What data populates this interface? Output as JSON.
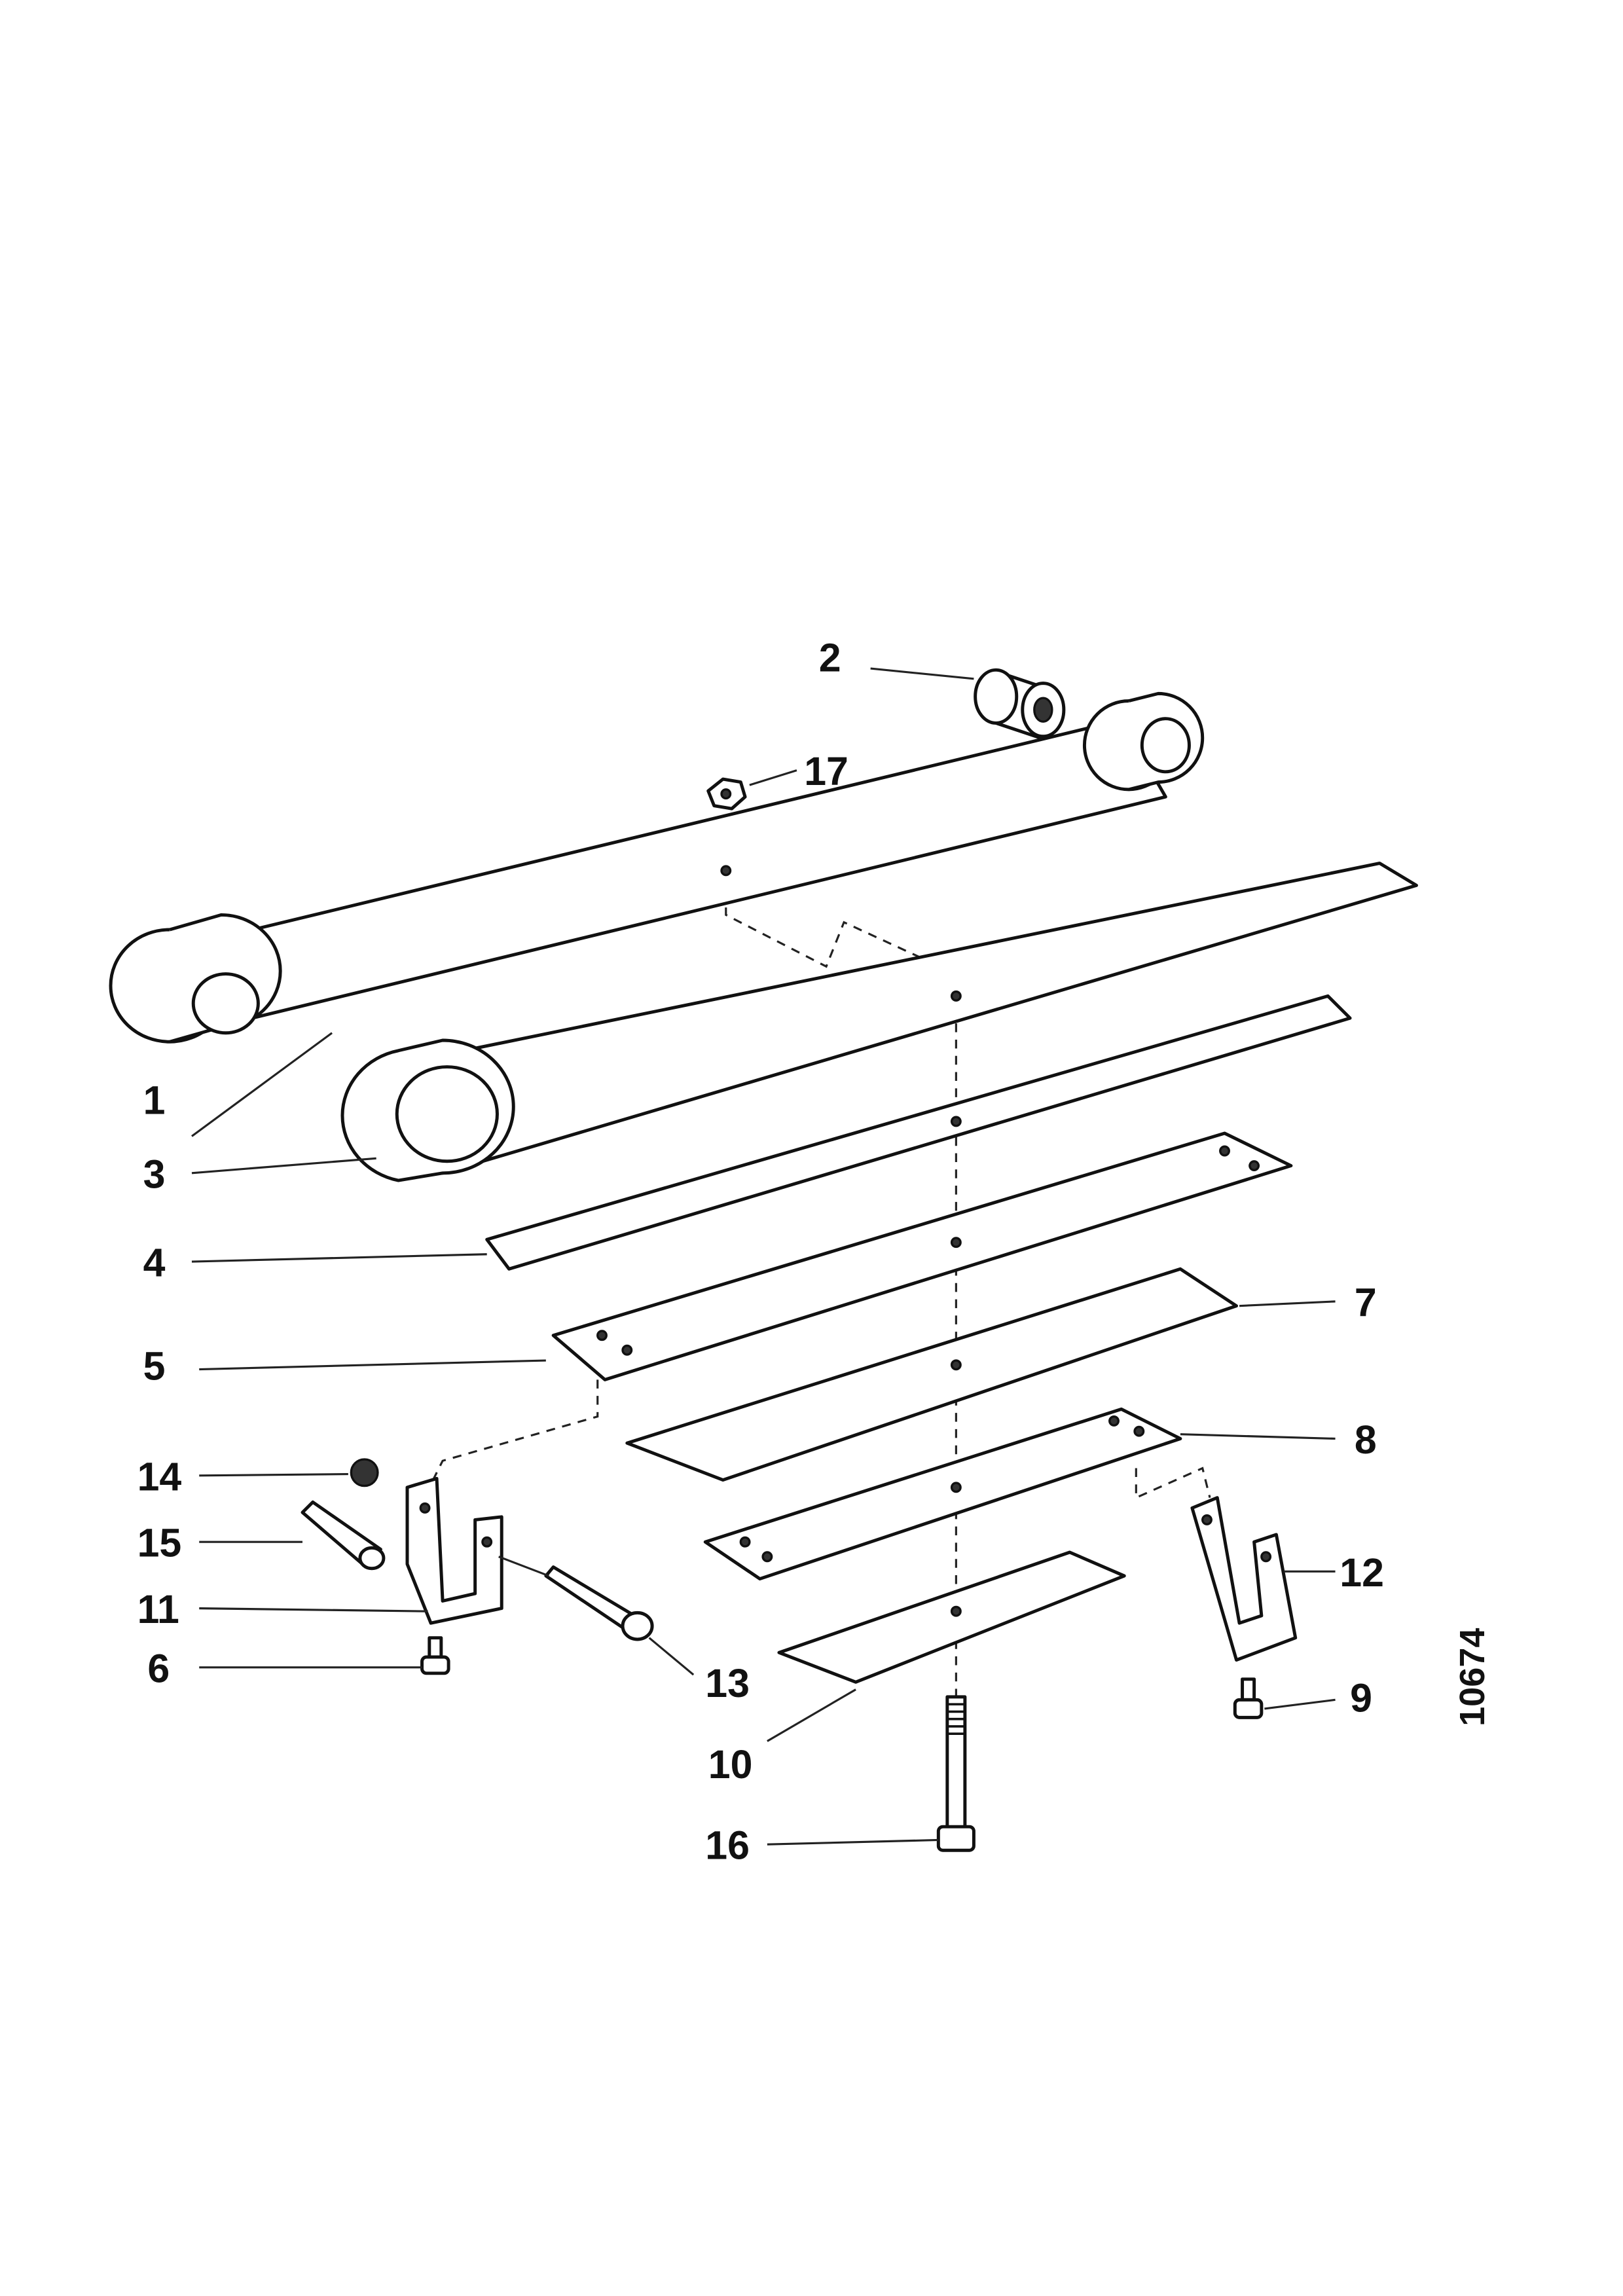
{
  "figure_number": "10674",
  "callouts": [
    {
      "id": "1",
      "label": "1"
    },
    {
      "id": "2",
      "label": "2"
    },
    {
      "id": "3",
      "label": "3"
    },
    {
      "id": "4",
      "label": "4"
    },
    {
      "id": "5",
      "label": "5"
    },
    {
      "id": "6",
      "label": "6"
    },
    {
      "id": "7",
      "label": "7"
    },
    {
      "id": "8",
      "label": "8"
    },
    {
      "id": "9",
      "label": "9"
    },
    {
      "id": "10",
      "label": "10"
    },
    {
      "id": "11",
      "label": "11"
    },
    {
      "id": "12",
      "label": "12"
    },
    {
      "id": "13",
      "label": "13"
    },
    {
      "id": "14",
      "label": "14"
    },
    {
      "id": "15",
      "label": "15"
    },
    {
      "id": "16",
      "label": "16"
    },
    {
      "id": "17",
      "label": "17"
    }
  ]
}
